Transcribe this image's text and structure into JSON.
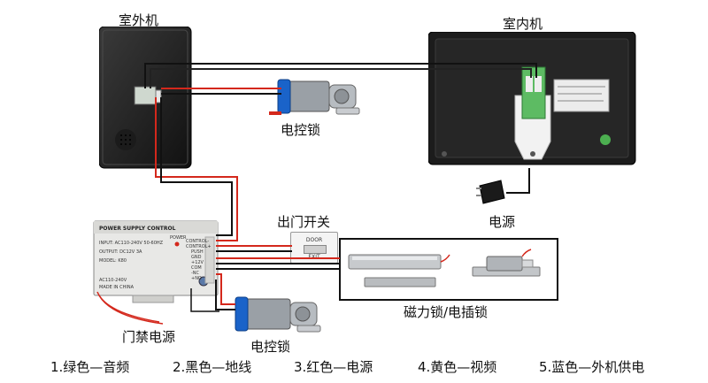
{
  "labels": {
    "outdoor_unit": "室外机",
    "indoor_unit": "室内机",
    "electric_lock_top": "电控锁",
    "power_adapter": "电源",
    "exit_button": "出门开关",
    "magnetic_lock_group": "磁力锁/电插锁",
    "access_power": "门禁电源",
    "electric_lock_bottom": "电控锁"
  },
  "psu": {
    "title": "POWER SUPPLY CONTROL",
    "input": "INPUT: AC110-240V 50-60HZ",
    "output": "OUTPUT: DC12V 3A",
    "model": "MODEL: K80",
    "ac_label": "AC110-240V",
    "made": "MADE IN CHINA",
    "power_led": "POWER",
    "terminals": [
      "CONTROL-",
      "CONTROL+",
      "PUSH",
      "GND",
      "+12V",
      "COM",
      "-NC",
      "+NO"
    ]
  },
  "exit_button_text": {
    "door": "DOOR",
    "exit": "EXIT"
  },
  "legend": [
    "1.绿色—音频",
    "2.黑色—地线",
    "3.红色—电源",
    "4.黄色—视频",
    "5.蓝色—外机供电"
  ],
  "colors": {
    "wire_red": "#d4281c",
    "wire_black": "#111111",
    "device_dark": "#2a2a2a",
    "lock_blue": "#1a63c9"
  }
}
